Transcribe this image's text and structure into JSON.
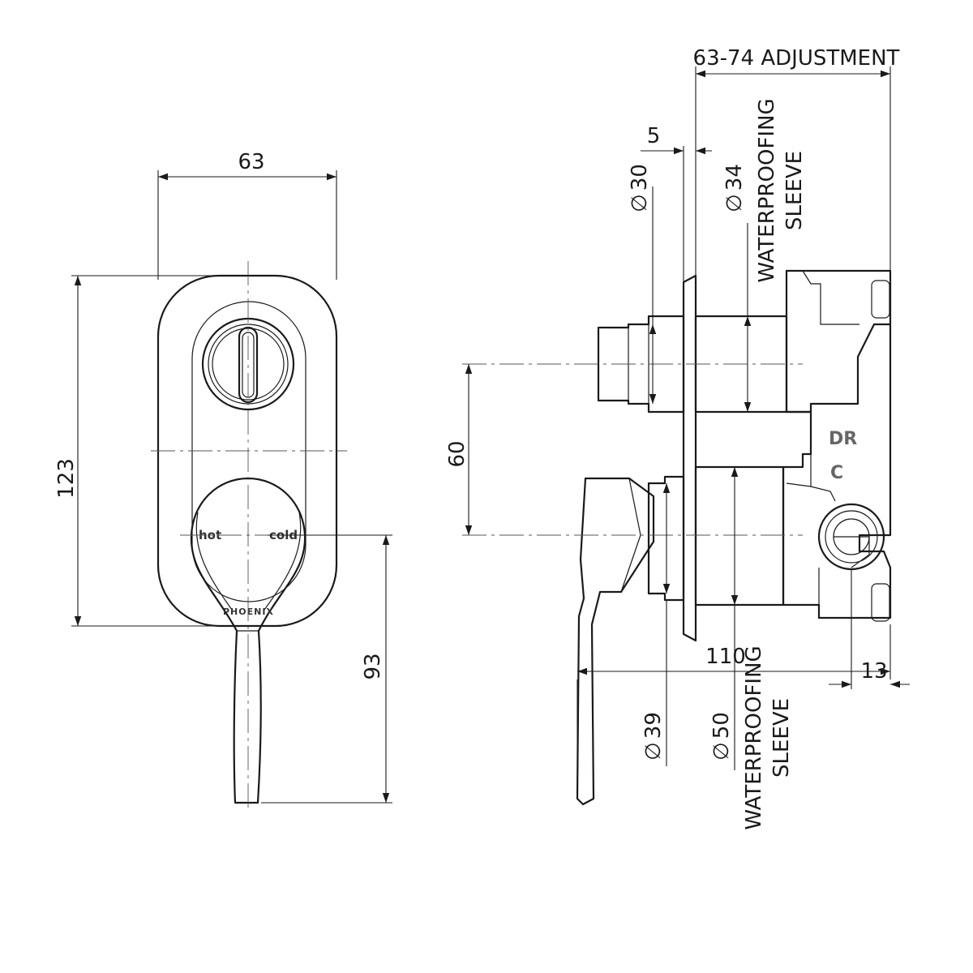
{
  "dimensions": {
    "front_width": "63",
    "front_height": "123",
    "lever_drop": "93",
    "spindle_spacing": "60",
    "overall_depth": "110",
    "adjustment": "63-74 ADJUSTMENT",
    "plate_offset": "5",
    "back_offset": "13"
  },
  "diameters": {
    "upper_spindle": "30",
    "lower_spindle": "39",
    "upper_sleeve": "34",
    "lower_sleeve": "50",
    "symbol": "∅"
  },
  "sleeve_label": {
    "line1": "WATERPROOFING",
    "line2": "SLEEVE"
  },
  "plate_markings": {
    "hot": "hot",
    "cold": "cold",
    "brand": "PHOENIX"
  },
  "body_markings": {
    "diverter": "DR",
    "cold": "C"
  },
  "colors": {
    "line": "#1a1a1a",
    "background": "#ffffff"
  }
}
